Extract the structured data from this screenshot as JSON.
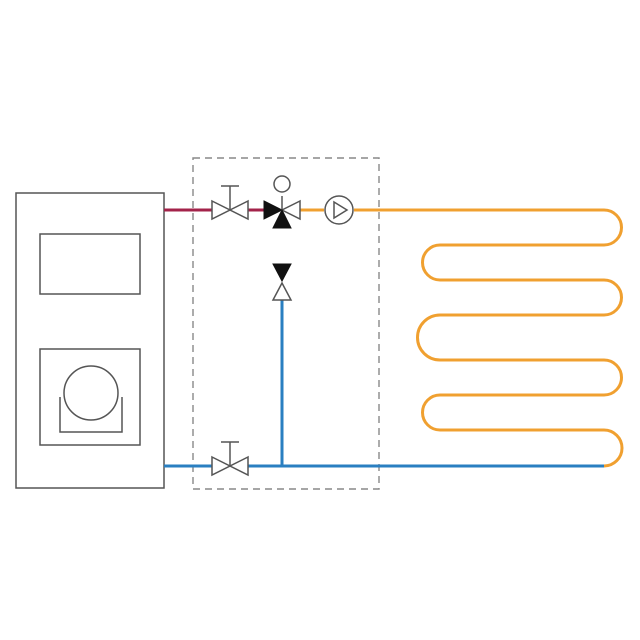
{
  "colors": {
    "background": "#ffffff",
    "outline": "#555555",
    "supply_hot": "#a3234a",
    "return_cold": "#2a7fc1",
    "floor_loop": "#f0a030",
    "module_border": "#888888",
    "valve_fill": "#ffffff",
    "valve_dark": "#111111"
  },
  "components": {
    "boiler": {
      "icon": "boiler-unit"
    },
    "control_panel": {
      "icon": "display-panel"
    },
    "burner": {
      "icon": "burner-drum"
    },
    "mixing_module": {
      "icon": "dashed-module-boundary"
    },
    "supply_shutoff_valve": {
      "icon": "gate-valve"
    },
    "return_shutoff_valve": {
      "icon": "gate-valve"
    },
    "mixing_valve": {
      "icon": "three-way-mixing-valve"
    },
    "mixing_actuator": {
      "icon": "actuator-circle"
    },
    "circulation_pump": {
      "icon": "pump-symbol"
    },
    "check_valve": {
      "icon": "check-valve"
    },
    "underfloor_loop": {
      "icon": "serpentine-heating-loop"
    }
  }
}
